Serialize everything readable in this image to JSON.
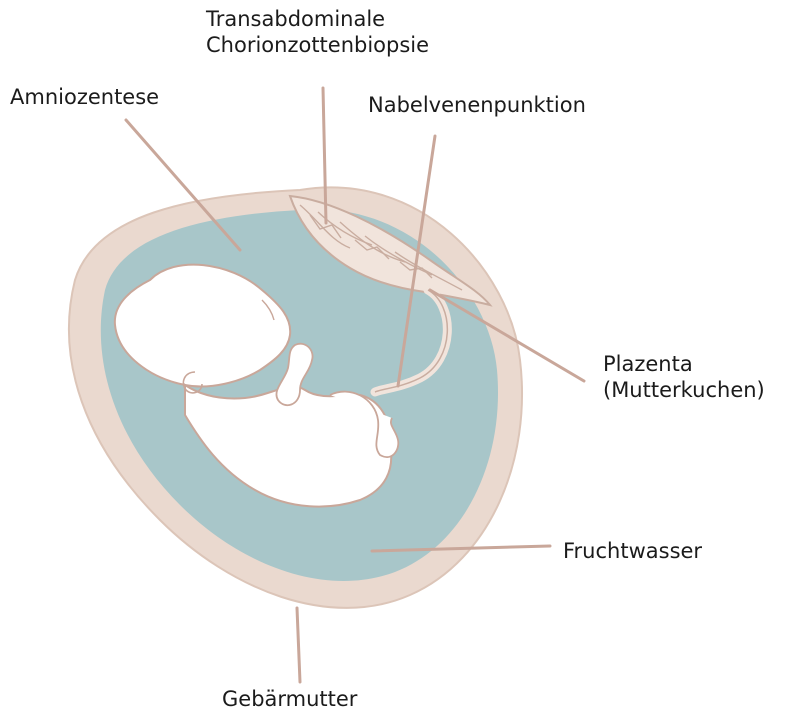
{
  "labels": {
    "transabdominale": [
      "Transabdominale",
      "Chorionzottenbiopsie"
    ],
    "amniozentese": "Amniozentese",
    "nabelvenenpunktion": "Nabelvenenpunktion",
    "plazenta": [
      "Plazenta",
      "(Mutterkuchen)"
    ],
    "fruchtwasser": "Fruchtwasser",
    "gebaermutter": "Gebärmutter"
  },
  "colors": {
    "uterus": "#ead9cf",
    "amniotic_fluid": "#a8c6c9",
    "placenta": "#f1e4dc",
    "placenta_vessels": "#c9ada0",
    "fetus": "#ffffff",
    "outline": "#c9a79a",
    "pointer_lines": "#c9a79a",
    "text": "#1b1b1b"
  }
}
